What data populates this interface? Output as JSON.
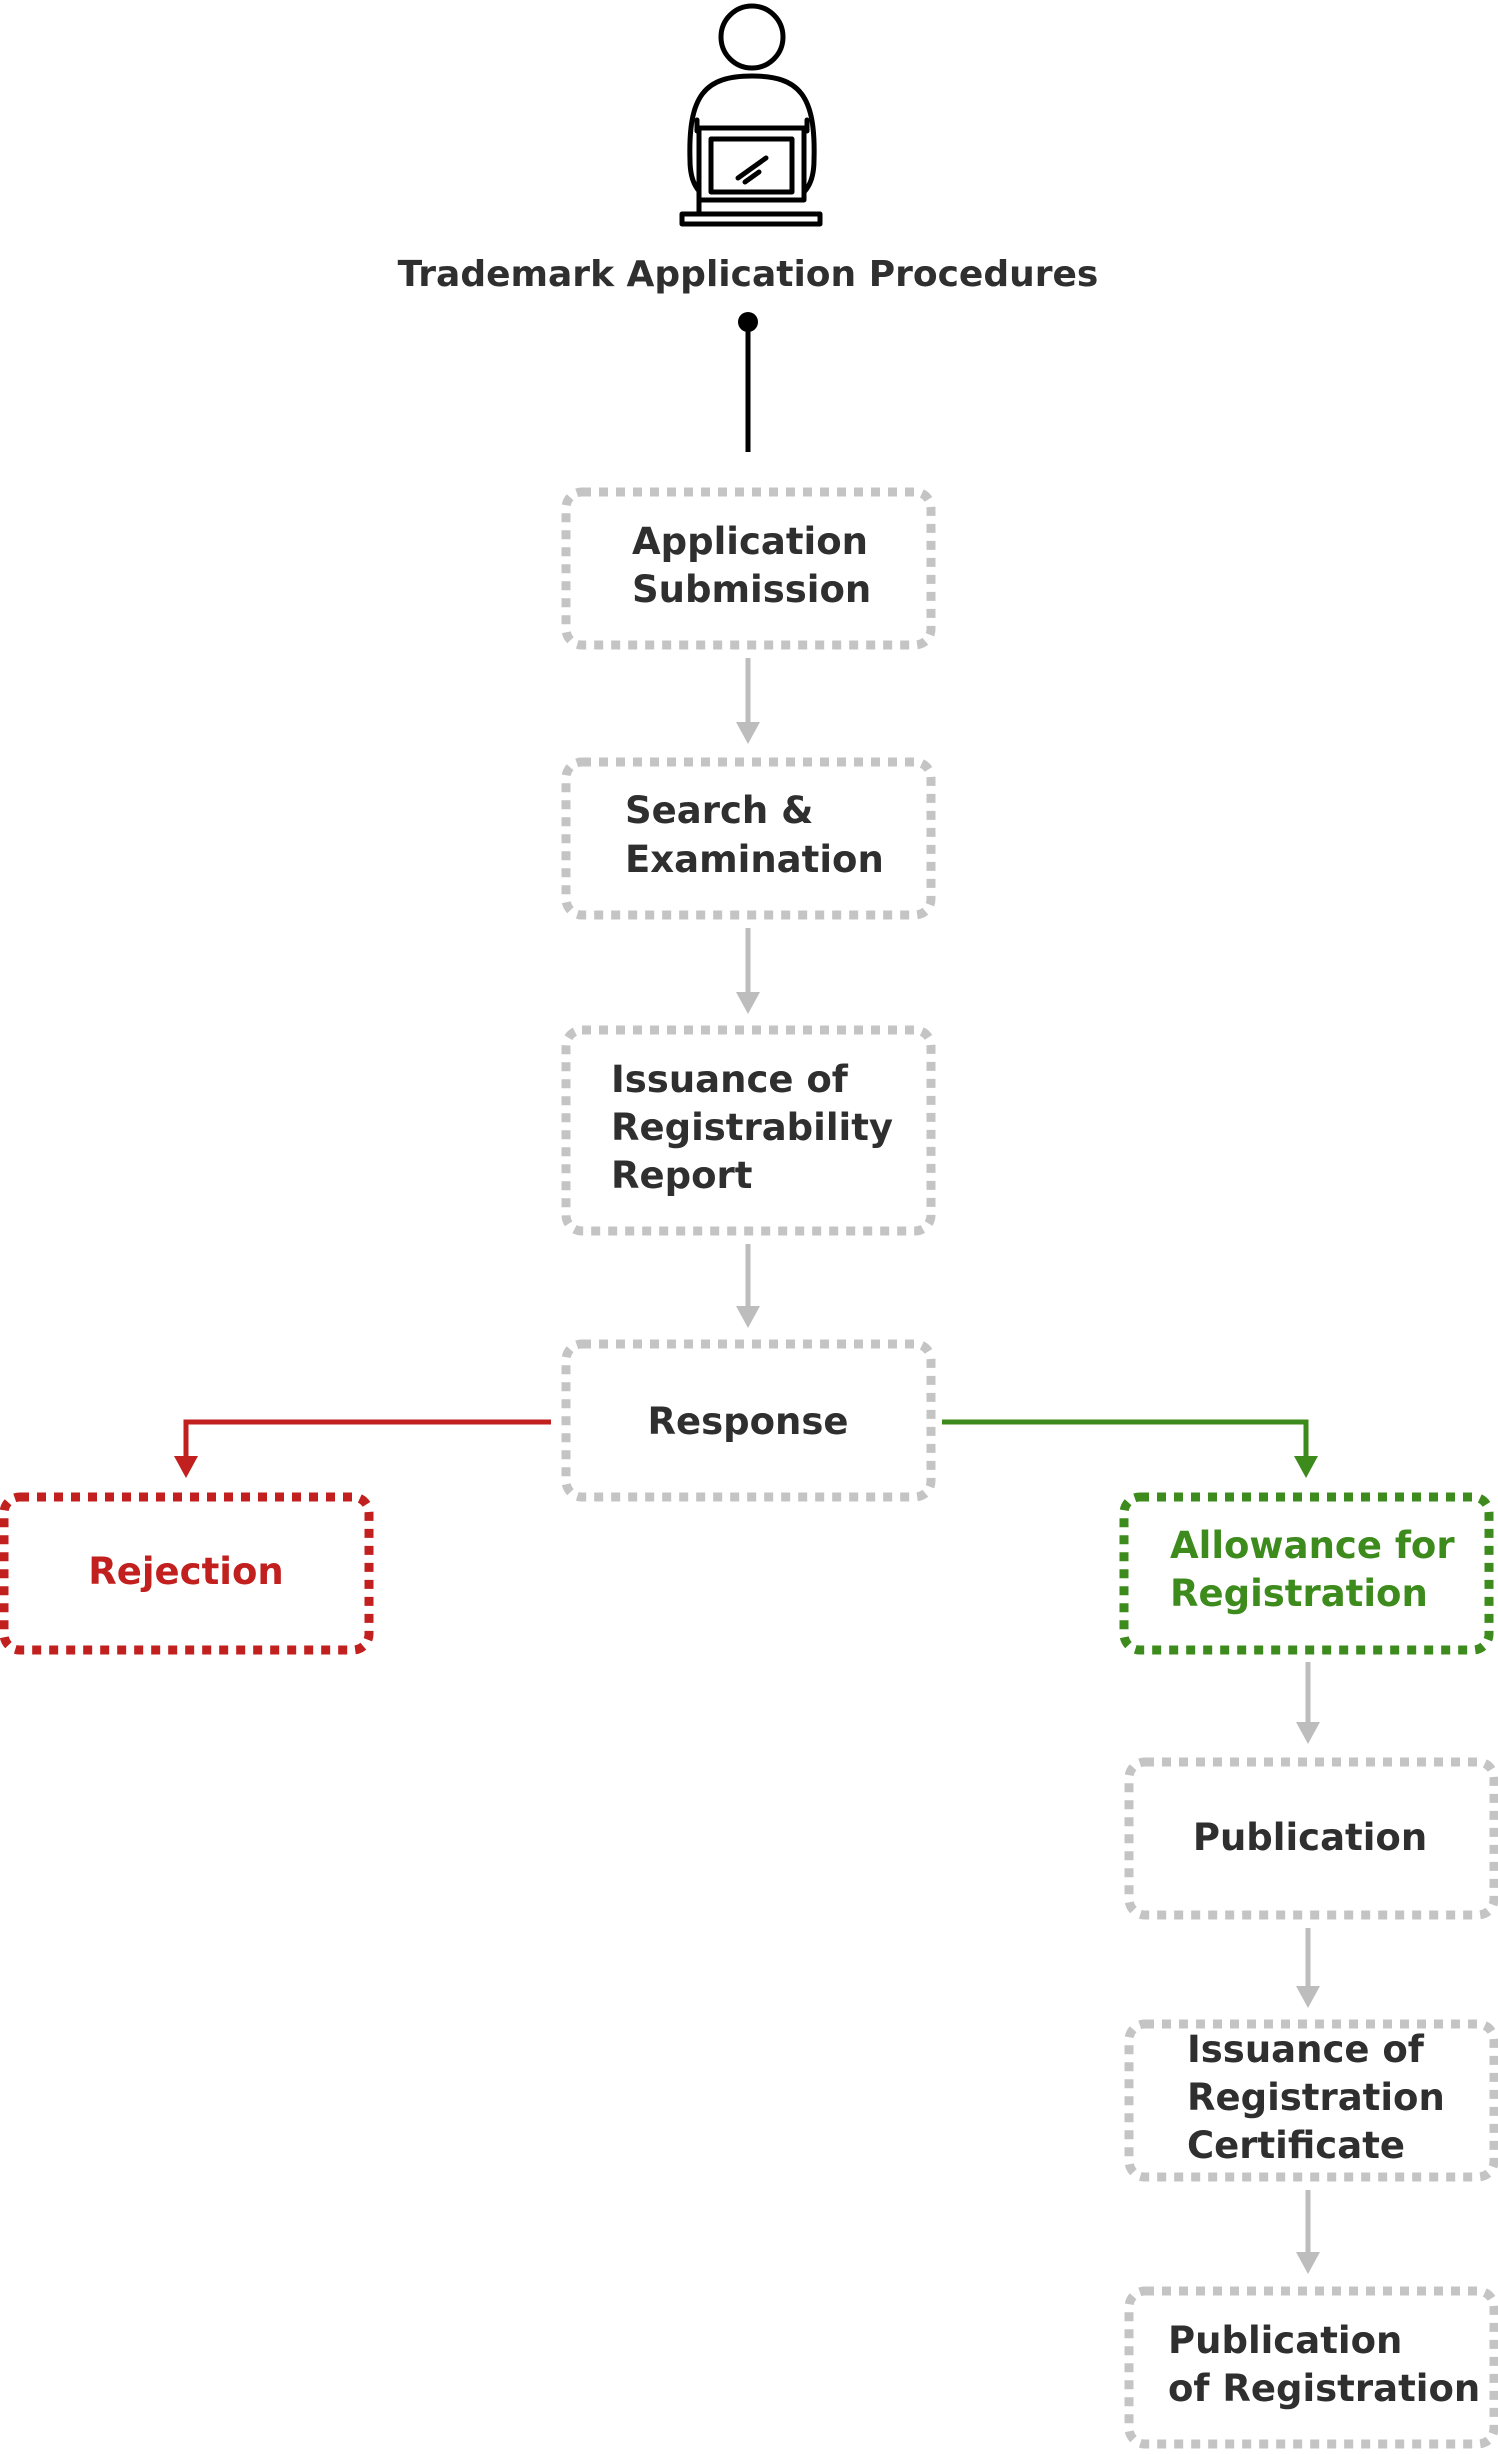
{
  "title": "Trademark Application Procedures",
  "colors": {
    "text": "#2f2f2f",
    "box_border": "#c4c4c4",
    "arrow": "#bdbdbd",
    "reject": "#c21f1f",
    "allow": "#3d8b1c",
    "icon": "#000000"
  },
  "icons": {
    "actor": "person-with-laptop-icon"
  },
  "nodes": {
    "application_submission": [
      "Application",
      "Submission"
    ],
    "search_examination": [
      "Search &",
      "Examination"
    ],
    "registrability_report": [
      "Issuance of",
      "Registrability",
      "Report"
    ],
    "response": [
      "Response"
    ],
    "rejection": [
      "Rejection"
    ],
    "allowance": [
      "Allowance for",
      "Registration"
    ],
    "publication": [
      "Publication"
    ],
    "registration_certificate": [
      "Issuance of",
      "Registration",
      "Certificate"
    ],
    "publication_of_registration": [
      "Publication",
      "of Registration"
    ]
  }
}
